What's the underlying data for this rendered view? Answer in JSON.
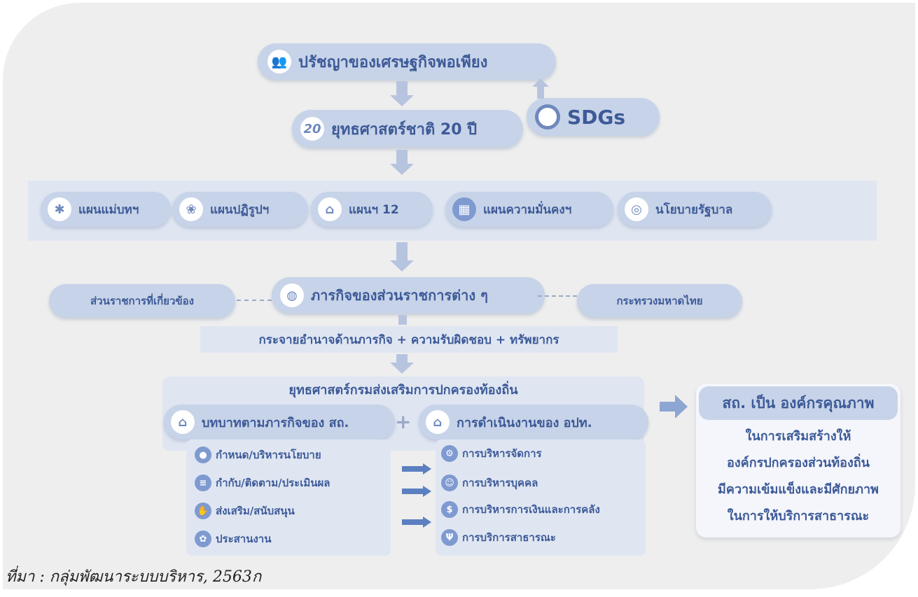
{
  "philosophy": {
    "label": "ปรัชญาของเศรษฐกิจพอเพียง",
    "icon": "people-icon"
  },
  "sdgs": {
    "label": "SDGs",
    "icon": "sdg-ring-icon"
  },
  "strategy20": {
    "label": "ยุทธศาสตร์ชาติ 20 ปี",
    "icon_text": "20"
  },
  "plans": [
    {
      "label": "แผนแม่บทฯ",
      "icon": "network-icon"
    },
    {
      "label": "แผนปฏิรูปฯ",
      "icon": "flower-icon"
    },
    {
      "label": "แผนฯ 12",
      "icon": "emblem-icon"
    },
    {
      "label": "แผนความมั่นคงฯ",
      "icon": "building-icon"
    },
    {
      "label": "นโยบายรัฐบาล",
      "icon": "government-icon"
    }
  ],
  "mission": {
    "label": "ภารกิจของส่วนราชการต่าง ๆ"
  },
  "related_agencies": {
    "label": "ส่วนราชการที่เกี่ยวข้อง"
  },
  "ministry": {
    "label": "กระทรวงมหาดไทย"
  },
  "decentralization": {
    "label": "กระจายอำนาจด้านภารกิจ + ความรับผิดชอบ + ทรัพยากร"
  },
  "dla_strategy": {
    "title": "ยุทธศาสตร์กรมส่งเสริมการปกครองท้องถิ่น"
  },
  "role_box": {
    "label": "บทบาทตามภารกิจของ สถ.",
    "items": [
      "กำหนด/บริหารนโยบาย",
      "กำกับ/ติดตาม/ประเมินผล",
      "ส่งเสริม/สนับสนุน",
      "ประสานงาน"
    ]
  },
  "plus": "+",
  "ops_box": {
    "label": "การดำเนินงานของ อปท.",
    "items": [
      "การบริหารจัดการ",
      "การบริหารบุคคล",
      "การบริหารการเงินและการคลัง",
      "การบริการสาธารณะ"
    ]
  },
  "result": {
    "title": "สถ. เป็น องค์กรคุณภาพ",
    "lines": [
      "ในการเสริมสร้างให้",
      "องค์กรปกครองส่วนท้องถิ่น",
      "มีความเข้มแข็งและมีศักยภาพ",
      "ในการให้บริการสาธารณะ"
    ]
  },
  "source": "ที่มา : กลุ่มพัฒนาระบบบริหาร, 2563ก",
  "colors": {
    "text": "#3d5a98",
    "pill": "#c7d3e8",
    "panel": "#dfe6f2",
    "arrow": "#5b7fc0"
  }
}
